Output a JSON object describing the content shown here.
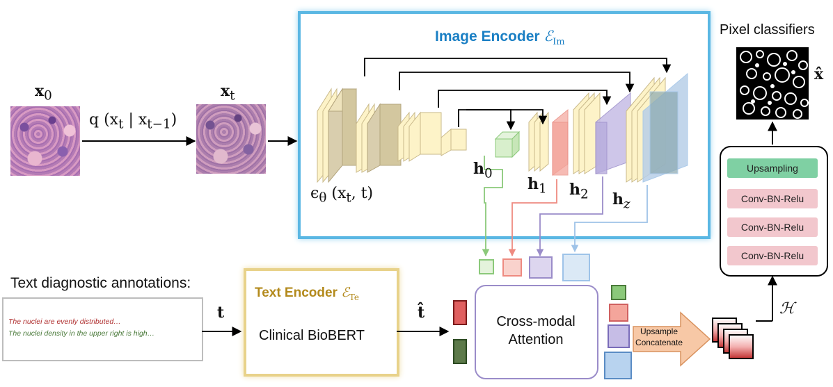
{
  "left": {
    "x0_label": "x",
    "x0_sub": "0",
    "xt_label": "x",
    "xt_sub": "t",
    "q_label": "q (x",
    "q_label_sub": "t",
    "q_label_mid": " | x",
    "q_label_sub2": "t−1",
    "q_label_end": ")"
  },
  "image_encoder": {
    "title": "Image Encoder",
    "symbol": "ℰ",
    "symbol_sub": "Im",
    "epsilon": "ϵ",
    "epsilon_sub": "θ",
    "epsilon_args": " (x",
    "epsilon_args_sub": "t",
    "epsilon_args_end": ", t)",
    "h0": "h",
    "h0_sub": "0",
    "h1": "h",
    "h1_sub": "1",
    "h2": "h",
    "h2_sub": "2",
    "hz": "h",
    "hz_sub": "z",
    "colors": {
      "border": "#5ab7e3",
      "title": "#1a7fc4"
    }
  },
  "pixel": {
    "title": "Pixel classifiers",
    "xhat": "x̂",
    "stack": [
      "Upsampling",
      "Conv-BN-Relu",
      "Conv-BN-Relu",
      "Conv-BN-Relu"
    ],
    "H": "ℋ",
    "colors": {
      "upsampling": "#7fd0a3",
      "conv": "#f2c7cd"
    }
  },
  "text": {
    "heading": "Text diagnostic annotations:",
    "line1": "The nuclei are evenly distributed…",
    "line2": "The nuclei density in the upper right is high…",
    "t": "t",
    "that": "t̂",
    "encoder_title": "Text Encoder",
    "encoder_symbol": "ℰ",
    "encoder_symbol_sub": "Te",
    "encoder_body": "Clinical BioBERT",
    "colors": {
      "encoder_border": "#e8d28a",
      "encoder_title": "#b38a1c",
      "line1": "#b03030",
      "line2": "#4a7a3a"
    }
  },
  "attention": {
    "label1": "Cross-modal",
    "label2": "Attention",
    "upsample1": "Upsample",
    "upsample2": "Concatenate"
  }
}
